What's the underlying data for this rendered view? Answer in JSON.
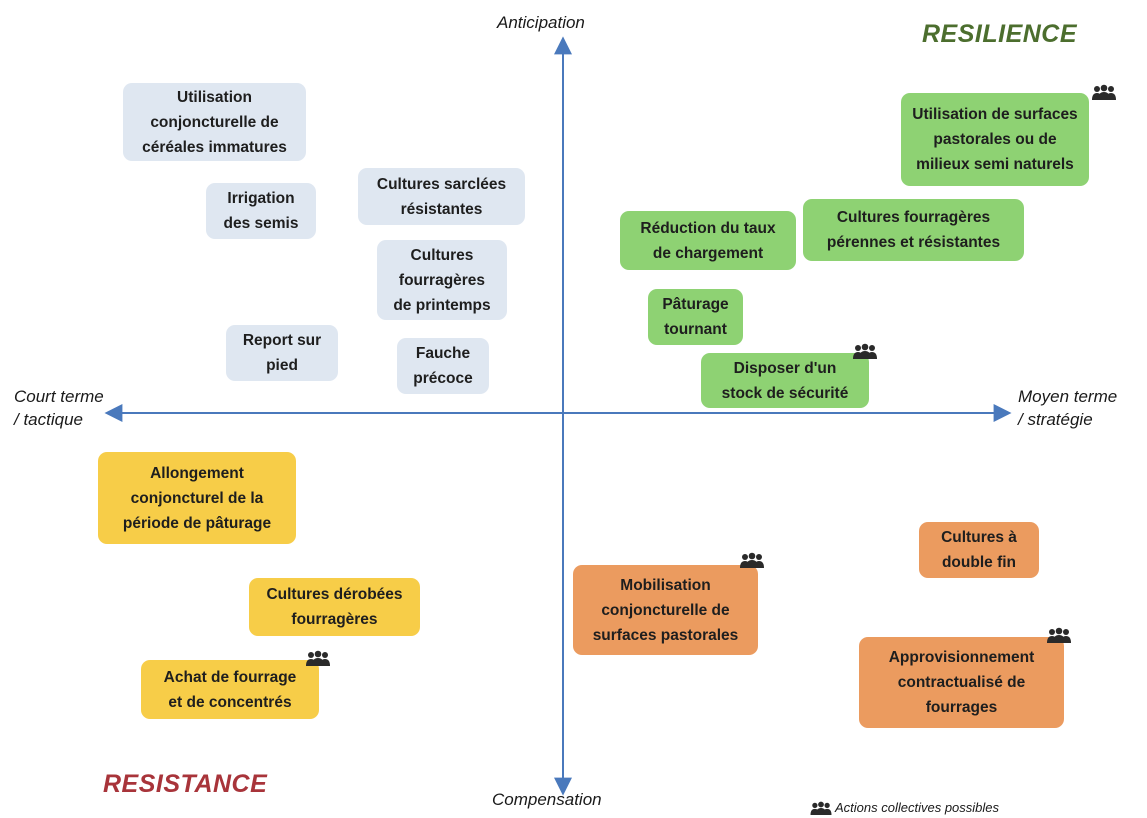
{
  "axes": {
    "top": "Anticipation",
    "bottom": "Compensation",
    "left_line1": "Court terme",
    "left_line2": "/ tactique",
    "right_line1": "Moyen terme",
    "right_line2": "/ stratégie",
    "color": "#4a79bc"
  },
  "quadrants": {
    "resilience": {
      "label": "RESILIENCE",
      "color": "#4c6e2e"
    },
    "resistance": {
      "label": "RESISTANCE",
      "color": "#a8343a"
    }
  },
  "colors": {
    "blue": "#dfe7f1",
    "green": "#8ed273",
    "yellow": "#f7cd48",
    "orange": "#eb9b5f"
  },
  "boxes": {
    "utilisation_cereales": {
      "text": "Utilisation\nconjoncturelle de\ncéréales immatures"
    },
    "irrigation": {
      "text": "Irrigation\ndes semis"
    },
    "cultures_sarclees": {
      "text": "Cultures sarclées\nrésistantes"
    },
    "cultures_printemps": {
      "text": "Cultures\nfourragères\nde printemps"
    },
    "report_pied": {
      "text": "Report sur\npied"
    },
    "fauche": {
      "text": "Fauche\nprécoce"
    },
    "surfaces_pastorales": {
      "text": "Utilisation de surfaces\npastorales ou de\nmilieux semi naturels"
    },
    "reduction_taux": {
      "text": "Réduction du taux\nde chargement"
    },
    "cultures_perennes": {
      "text": "Cultures fourragères\npérennes et résistantes"
    },
    "paturage_tournant": {
      "text": "Pâturage\ntournant"
    },
    "stock_securite": {
      "text": "Disposer d'un\nstock de sécurité"
    },
    "allongement": {
      "text": "Allongement\nconjoncturel de la\npériode de pâturage"
    },
    "cultures_derobees": {
      "text": "Cultures dérobées\nfourragères"
    },
    "achat_fourrage": {
      "text": "Achat de fourrage\net de concentrés"
    },
    "mobilisation": {
      "text": "Mobilisation\nconjoncturelle de\nsurfaces pastorales"
    },
    "double_fin": {
      "text": "Cultures à\ndouble fin"
    },
    "approvisionnement": {
      "text": "Approvisionnement\ncontractualisé de\nfourrages"
    }
  },
  "icons": {
    "collective": "people-group-icon"
  },
  "legend": {
    "text": "Actions collectives possibles"
  }
}
